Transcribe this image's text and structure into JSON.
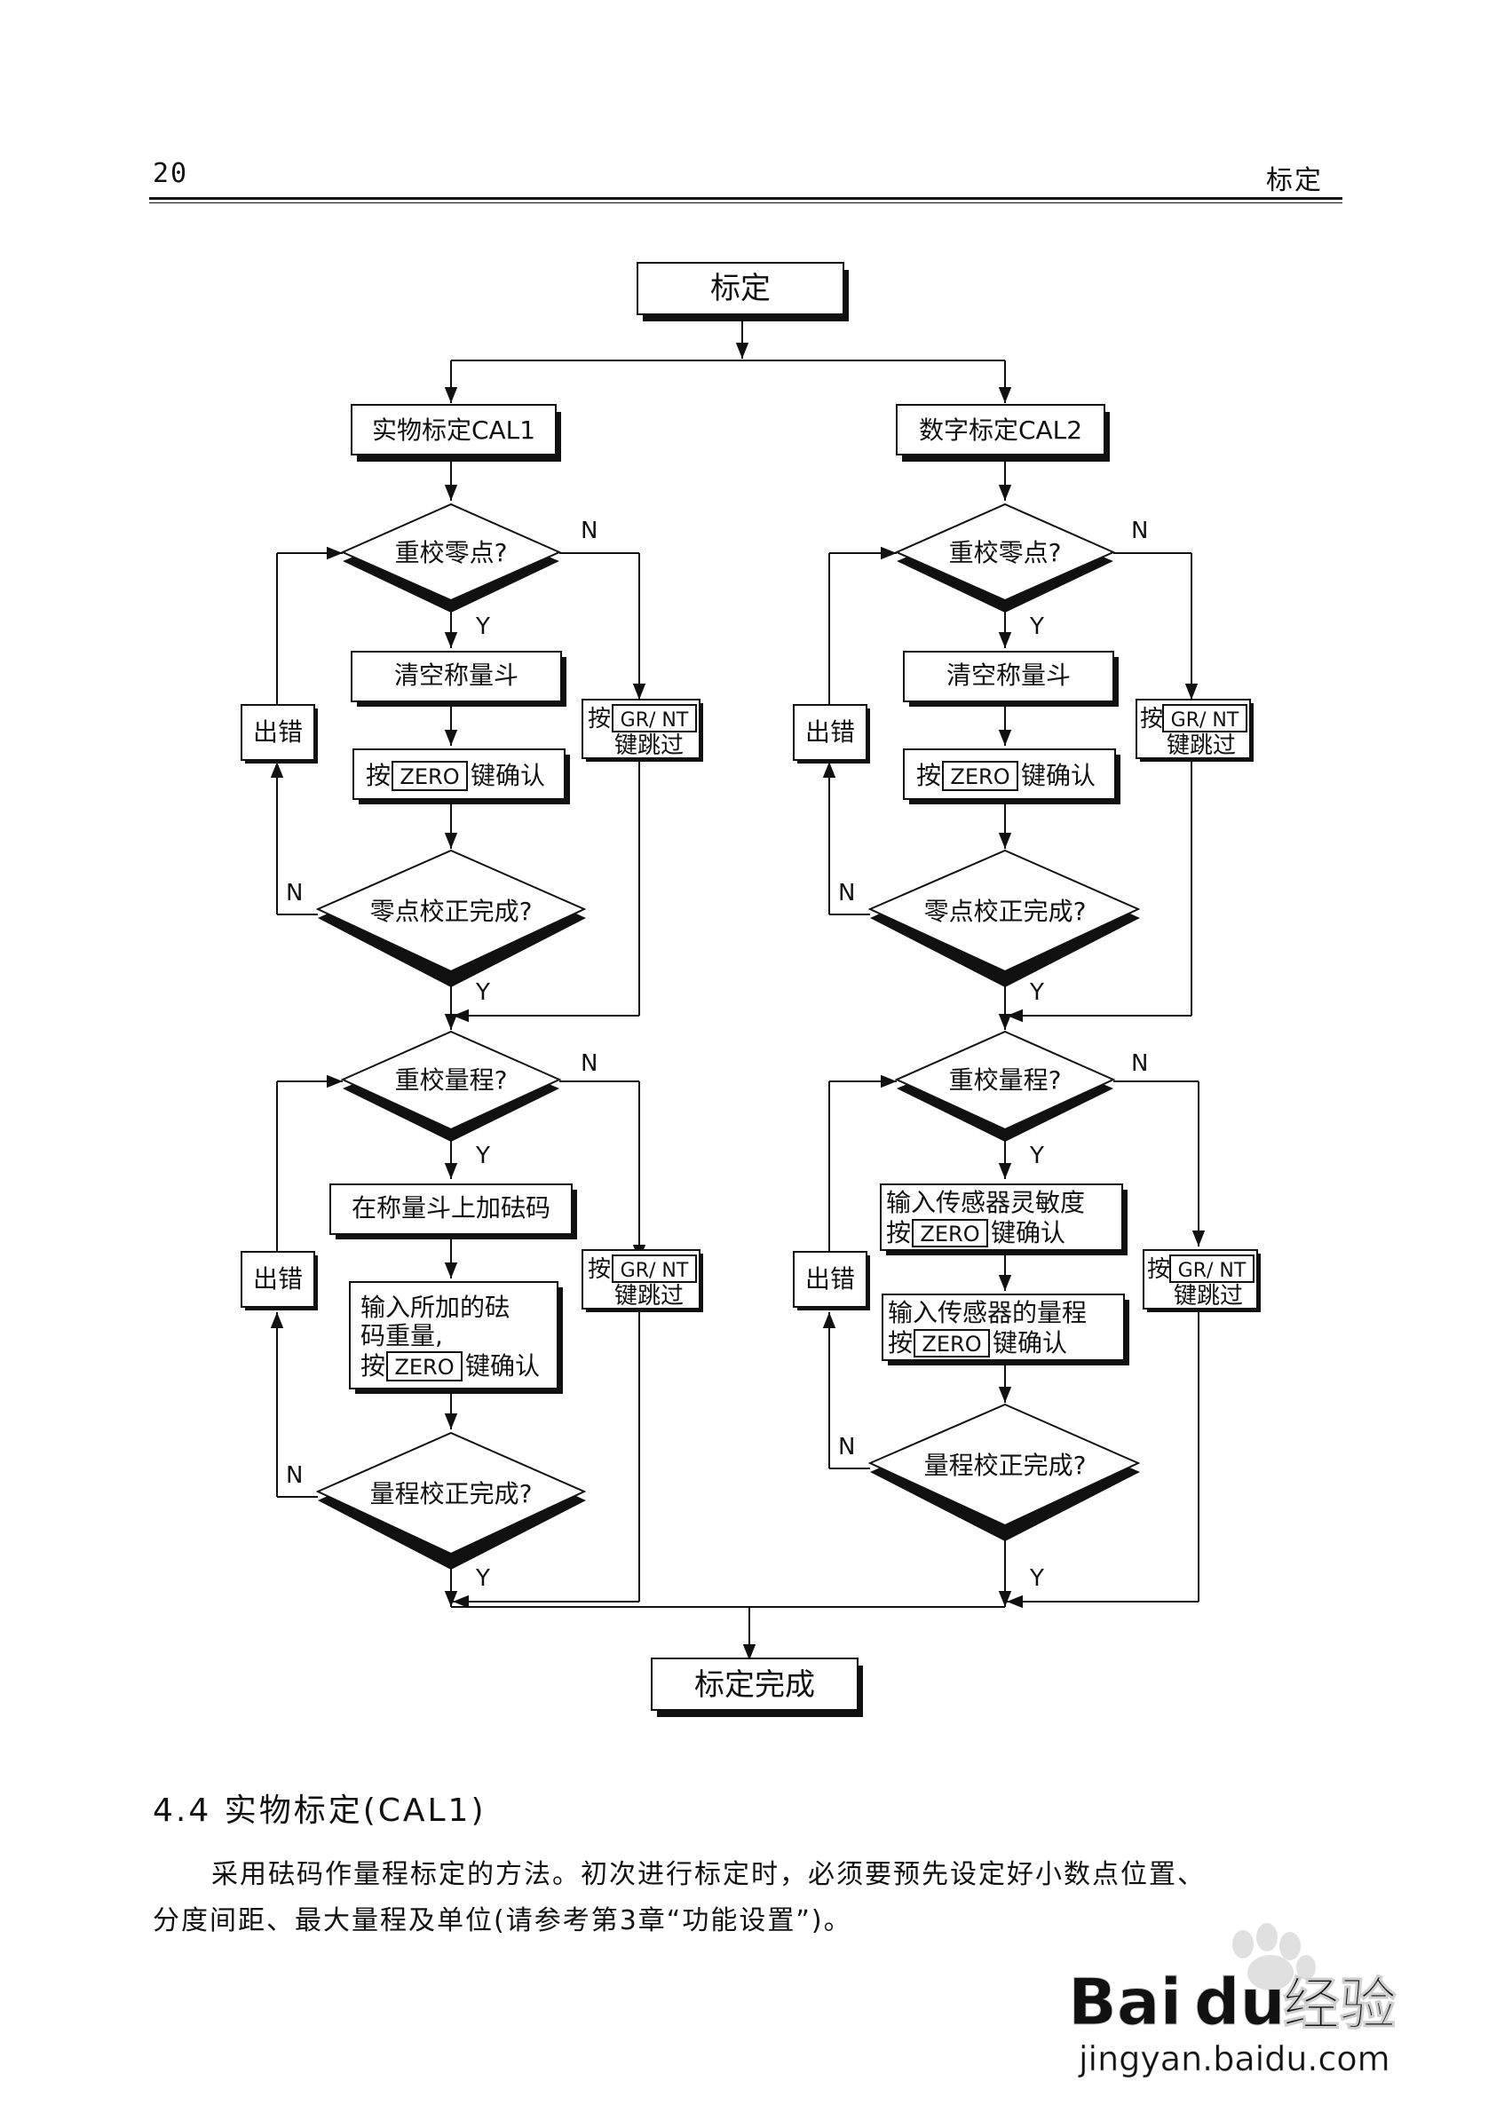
{
  "header": {
    "page_number": "20",
    "section_title": "标定"
  },
  "flowchart": {
    "start": "标定",
    "end": "标定完成",
    "yes": "Y",
    "no": "N",
    "error": "出错",
    "press": "按",
    "key_zero": "ZERO",
    "key_grnt": "GR/ NT",
    "skip_suffix": "键跳过",
    "confirm_suffix": "键确认",
    "left": {
      "title": "实物标定CAL1",
      "q_zero": "重校零点?",
      "clear": "清空称量斗",
      "q_zero_done": "零点校正完成?",
      "q_span": "重校量程?",
      "add_weight": "在称量斗上加砝码",
      "input1": "输入所加的砝",
      "input2": "码重量,",
      "q_span_done": "量程校正完成?"
    },
    "right": {
      "title": "数字标定CAL2",
      "q_zero": "重校零点?",
      "clear": "清空称量斗",
      "q_zero_done": "零点校正完成?",
      "q_span": "重校量程?",
      "sens": "输入传感器灵敏度",
      "range": "输入传感器的量程",
      "q_span_done": "量程校正完成?"
    }
  },
  "section": {
    "heading": "4.4  实物标定(CAL1)"
  },
  "body": {
    "line1": "采用砝码作量程标定的方法。初次进行标定时，必须要预先设定好小数点位置、",
    "line2": "分度间距、最大量程及单位(请参考第3章“功能设置”)。"
  },
  "watermark": {
    "brand": "Bai",
    "brand2": "du",
    "brand_cn": "经验",
    "url": "jingyan.baidu.com"
  }
}
